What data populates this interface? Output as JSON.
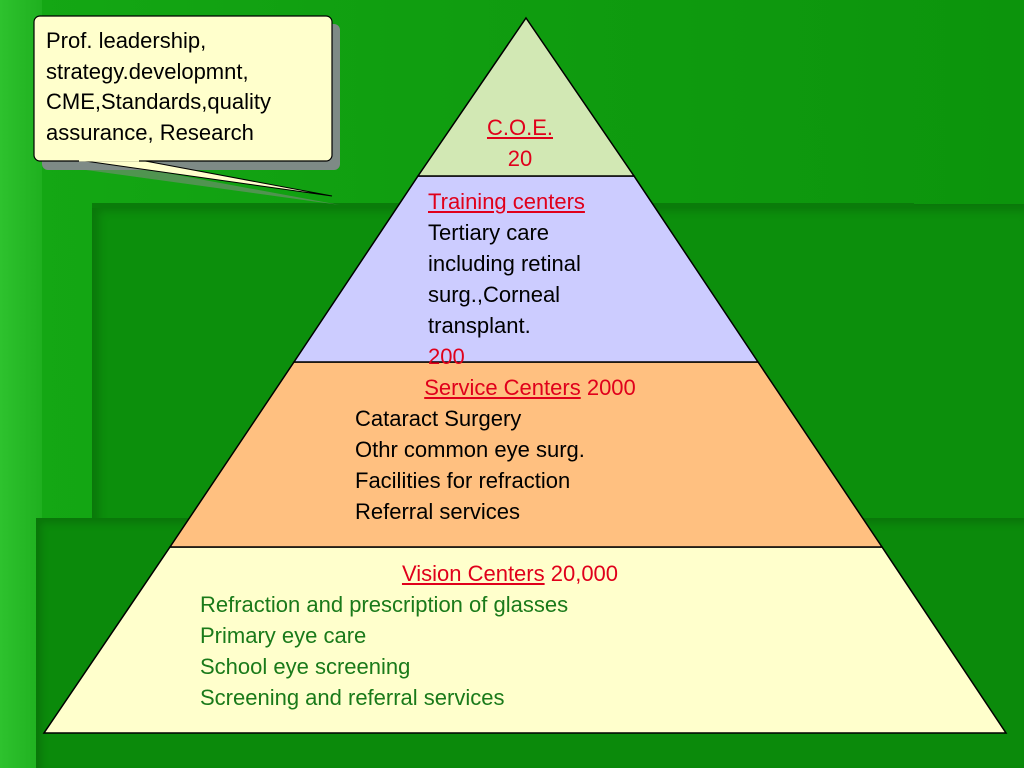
{
  "callout": {
    "lines": [
      "Prof. leadership,",
      "strategy.developmnt,",
      "CME,Standards,quality",
      "assurance, Research"
    ]
  },
  "levels": {
    "coe": {
      "name": "C.O.E.",
      "count": "20"
    },
    "training": {
      "name": "Training centers",
      "lines": [
        "Tertiary care",
        "including retinal",
        "surg.,Corneal",
        "transplant."
      ],
      "count": "200"
    },
    "service": {
      "name": "Service Centers",
      "count": " 2000",
      "lines": [
        "Cataract Surgery",
        "Othr common eye surg.",
        "Facilities for refraction",
        "Referral services"
      ]
    },
    "vision": {
      "name": "Vision Centers",
      "count": " 20,000",
      "lines": [
        "Refraction and prescription of glasses",
        "Primary eye care",
        "School eye screening",
        "Screening and referral services"
      ]
    }
  },
  "colors": {
    "coe_fill": "#d2e8b4",
    "training_fill": "#ccccff",
    "service_fill": "#ffc080",
    "vision_fill": "#ffffcc",
    "callout_fill": "#ffffcc",
    "label_red": "#e0001b",
    "vision_text_green": "#1a7a1a",
    "background_green": "#109e10"
  }
}
